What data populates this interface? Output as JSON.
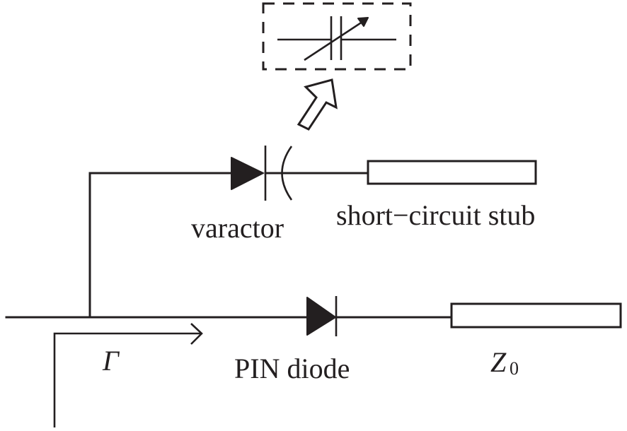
{
  "diagram": {
    "title": "Reconfigurable reflection circuit with varactor and PIN diode",
    "colors": {
      "ink": "#231f20",
      "background": "#ffffff"
    },
    "labels": {
      "varactor": "varactor",
      "stub": "short−circuit stub",
      "reflection": "Γ",
      "pin_diode": "PIN diode",
      "impedance_main": "Z",
      "impedance_sub": "0"
    },
    "components": [
      {
        "id": "varactor",
        "symbol": "varactor-diode",
        "equivalent": "variable-capacitor"
      },
      {
        "id": "short-circuit-stub",
        "symbol": "transmission-line-stub"
      },
      {
        "id": "pin-diode",
        "symbol": "diode"
      },
      {
        "id": "z0-line",
        "symbol": "transmission-line"
      }
    ],
    "annotations": [
      {
        "id": "inset",
        "content": "variable capacitor symbol in dashed box",
        "pointer": "hollow arrow from varactor"
      },
      {
        "id": "reflection-arrow",
        "content": "reflection coefficient direction"
      }
    ]
  }
}
